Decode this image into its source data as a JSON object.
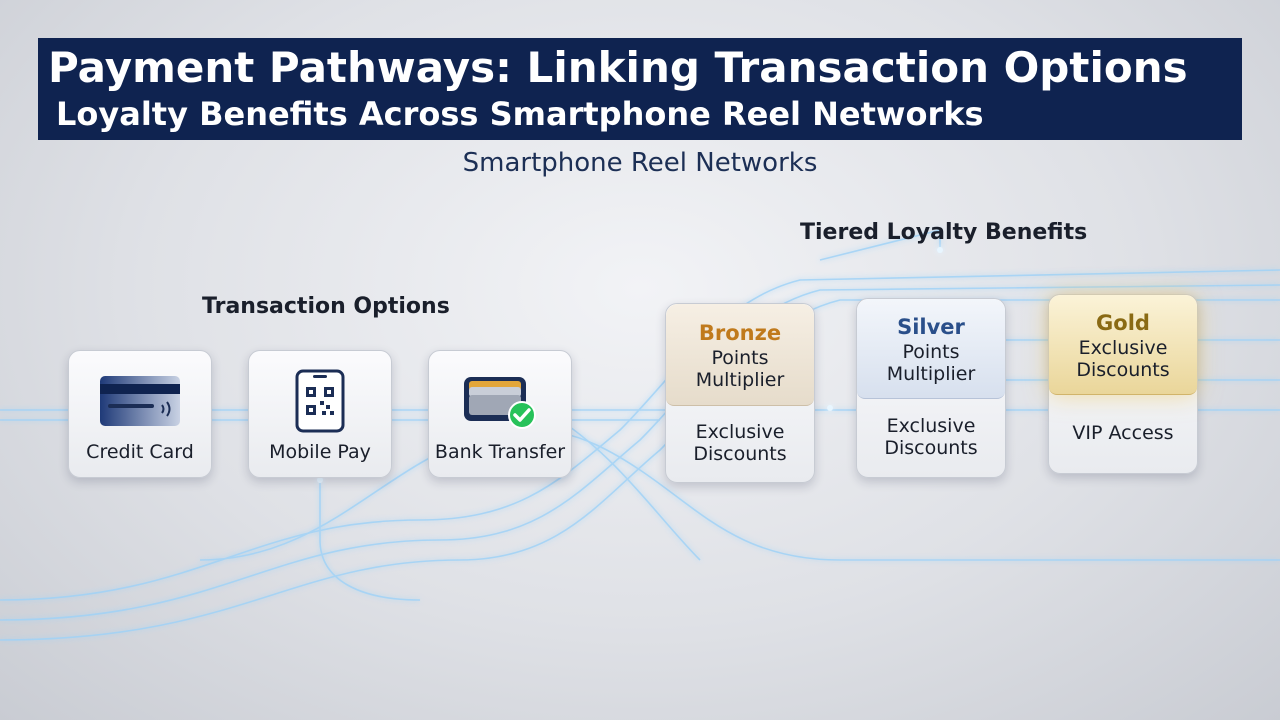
{
  "header": {
    "title_line1": "Payment Pathways: Linking Transaction Options",
    "title_line2": "Loyalty Benefits Across Smartphone Reel Networks"
  },
  "subtitle": "Smartphone Reel Networks",
  "transaction_section": {
    "label": "Transaction Options",
    "options": [
      {
        "label": "Credit Card",
        "icon": "credit-card-icon"
      },
      {
        "label": "Mobile Pay",
        "icon": "qr-phone-icon"
      },
      {
        "label": "Bank Transfer",
        "icon": "wallet-check-icon"
      }
    ]
  },
  "loyalty_section": {
    "label": "Tiered Loyalty Benefits",
    "tiers": [
      {
        "name": "Bronze",
        "color": "#c07a1c",
        "top": [
          "Points",
          "Multiplier"
        ],
        "bottom": [
          "Exclusive",
          "Discounts"
        ]
      },
      {
        "name": "Silver",
        "color": "#2a4f8a",
        "top": [
          "Points",
          "Multiplier"
        ],
        "bottom": [
          "Exclusive",
          "Discounts"
        ]
      },
      {
        "name": "Gold",
        "color": "#8a6a14",
        "top": [
          "Exclusive",
          "Discounts"
        ],
        "bottom": [
          "VIP Access"
        ]
      }
    ]
  },
  "colors": {
    "banner": "#0f2350",
    "network_line": "#8cc8f5",
    "check_green": "#27c25a"
  }
}
